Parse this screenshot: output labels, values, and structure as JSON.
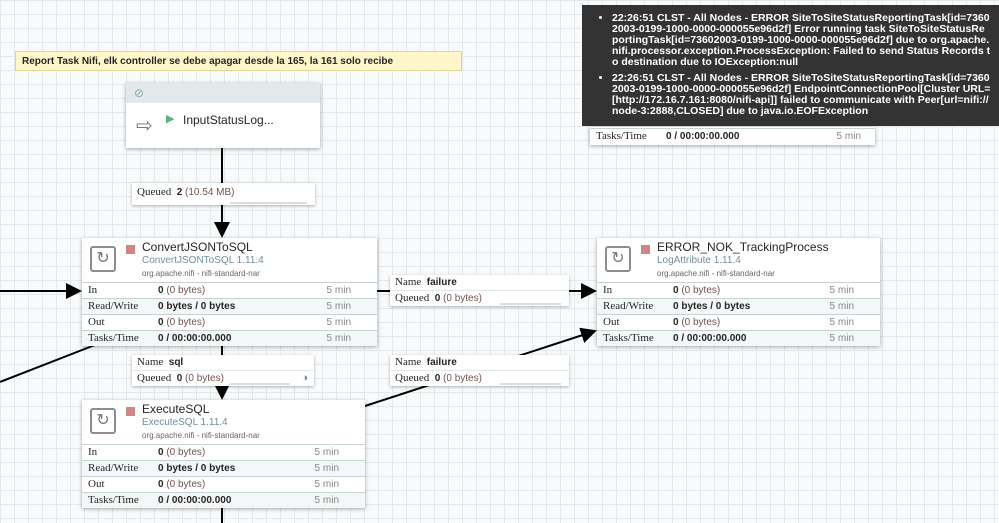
{
  "note": {
    "text": "Report Task Nifi, elk controller se debe apagar desde la 165, la 161 solo recibe"
  },
  "input_port": {
    "name": "InputStatusLog..."
  },
  "queue_main": {
    "label": "Queued",
    "count": "2",
    "size": "(10.54 MB)"
  },
  "processors": [
    {
      "name": "ConvertJSONToSQL",
      "type": "ConvertJSONToSQL 1.11.4",
      "bundle": "org.apache.nifi - nifi-standard-nar",
      "rows": [
        {
          "k": "In",
          "v": "0",
          "s": "(0 bytes)",
          "t": "5 min"
        },
        {
          "k": "Read/Write",
          "v": "0 bytes / 0 bytes",
          "s": "",
          "t": "5 min"
        },
        {
          "k": "Out",
          "v": "0",
          "s": "(0 bytes)",
          "t": "5 min"
        },
        {
          "k": "Tasks/Time",
          "v": "0 / 00:00:00.000",
          "s": "",
          "t": "5 min"
        }
      ]
    },
    {
      "name": "ERROR_NOK_TrackingProcess",
      "type": "LogAttribute 1.11.4",
      "bundle": "org.apache.nifi - nifi-standard-nar",
      "rows": [
        {
          "k": "In",
          "v": "0",
          "s": "(0 bytes)",
          "t": "5 min"
        },
        {
          "k": "Read/Write",
          "v": "0 bytes / 0 bytes",
          "s": "",
          "t": "5 min"
        },
        {
          "k": "Out",
          "v": "0",
          "s": "(0 bytes)",
          "t": "5 min"
        },
        {
          "k": "Tasks/Time",
          "v": "0 / 00:00:00.000",
          "s": "",
          "t": "5 min"
        }
      ]
    },
    {
      "name": "ExecuteSQL",
      "type": "ExecuteSQL 1.11.4",
      "bundle": "org.apache.nifi - nifi-standard-nar",
      "rows": [
        {
          "k": "In",
          "v": "0",
          "s": "(0 bytes)",
          "t": "5 min"
        },
        {
          "k": "Read/Write",
          "v": "0 bytes / 0 bytes",
          "s": "",
          "t": "5 min"
        },
        {
          "k": "Out",
          "v": "0",
          "s": "(0 bytes)",
          "t": "5 min"
        },
        {
          "k": "Tasks/Time",
          "v": "0 / 00:00:00.000",
          "s": "",
          "t": "5 min"
        }
      ]
    }
  ],
  "hidden_proc": {
    "k": "Tasks/Time",
    "v": "0 / 00:00:00.000",
    "t": "5 min"
  },
  "connections": [
    {
      "name_label": "Name",
      "name": "failure",
      "queued_label": "Queued",
      "count": "0",
      "size": "(0 bytes)"
    },
    {
      "name_label": "Name",
      "name": "sql",
      "queued_label": "Queued",
      "count": "0",
      "size": "(0 bytes)"
    },
    {
      "name_label": "Name",
      "name": "failure",
      "queued_label": "Queued",
      "count": "0",
      "size": "(0 bytes)"
    }
  ],
  "bulletins": [
    "22:26:51 CLST - All Nodes -  ERROR SiteToSiteStatusReportingTask[id=73602003-0199-1000-0000-000055e96d2f] Error running task SiteToSiteStatusReportingTask[id=73602003-0199-1000-0000-000055e96d2f] due to org.apache.nifi.processor.exception.ProcessException: Failed to send Status Records to destination due to IOException:null",
    "22:26:51 CLST - All Nodes -  ERROR SiteToSiteStatusReportingTask[id=73602003-0199-1000-0000-000055e96d2f] EndpointConnectionPool[Cluster URL=[http://172.16.7.161:8080/nifi-api]] failed to communicate with Peer[url=nifi://node-3:2888,CLOSED] due to java.io.EOFException"
  ]
}
